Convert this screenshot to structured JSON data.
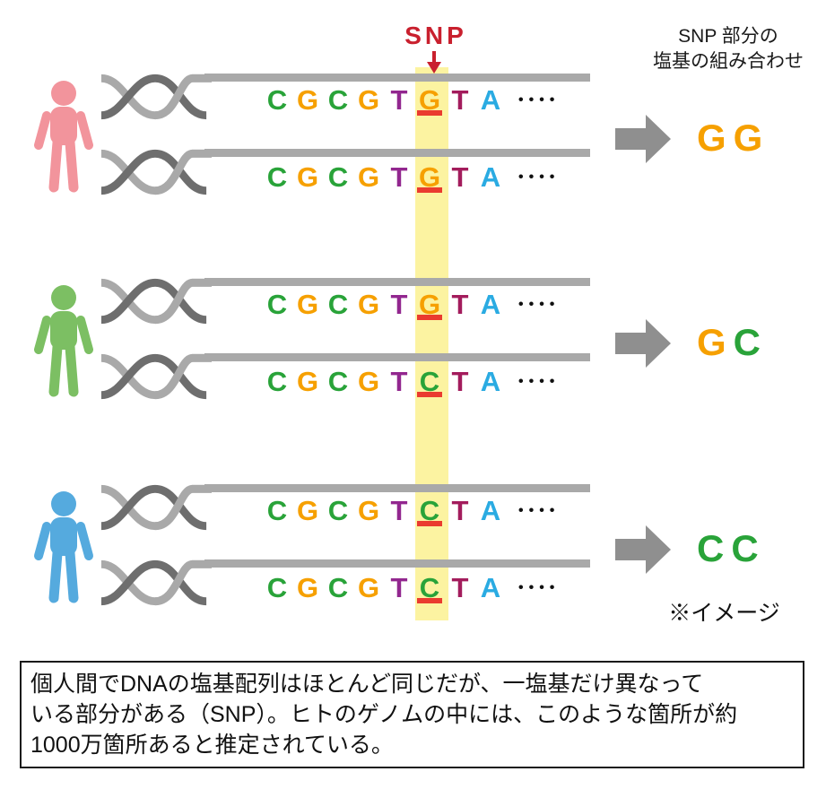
{
  "snp": {
    "label": "SNP"
  },
  "header": {
    "line1": "SNP 部分の",
    "line2": "塩基の組み合わせ"
  },
  "note": "※イメージ",
  "caption": {
    "lines": [
      "個人間でDNAの塩基配列はほとんど同じだが、一塩基だけ異なって",
      "いる部分がある（SNP）。ヒトのゲノムの中には、このような箇所が約",
      "1000万箇所あると推定されている。"
    ]
  },
  "sequence_dots": "••••",
  "palette": {
    "C": "#29a339",
    "G": "#f6a000",
    "T": "#92278f",
    "T2": "#a31c5c",
    "A": "#2aabe2",
    "underline": "#ea3b2f",
    "snp_red": "#c9202e",
    "strand_light": "#a9a9a9",
    "strand_dark": "#6e6e6e",
    "arrow_gray": "#8f8f8f",
    "highlight_yellow": "#fcf3a1"
  },
  "groups": [
    {
      "person": {
        "id": "pink",
        "color": "#f2949c"
      },
      "rows": [
        {
          "letters": [
            {
              "ch": "C",
              "color_key": "C"
            },
            {
              "ch": "G",
              "color_key": "G"
            },
            {
              "ch": "C",
              "color_key": "C"
            },
            {
              "ch": "G",
              "color_key": "G"
            },
            {
              "ch": "T",
              "color_key": "T"
            },
            {
              "ch": "G",
              "color_key": "G",
              "snp": true
            },
            {
              "ch": "T",
              "color_key": "T2"
            },
            {
              "ch": "A",
              "color_key": "A"
            }
          ]
        },
        {
          "letters": [
            {
              "ch": "C",
              "color_key": "C"
            },
            {
              "ch": "G",
              "color_key": "G"
            },
            {
              "ch": "C",
              "color_key": "C"
            },
            {
              "ch": "G",
              "color_key": "G"
            },
            {
              "ch": "T",
              "color_key": "T"
            },
            {
              "ch": "G",
              "color_key": "G",
              "snp": true
            },
            {
              "ch": "T",
              "color_key": "T2"
            },
            {
              "ch": "A",
              "color_key": "A"
            }
          ]
        }
      ],
      "genotype": [
        {
          "ch": "G",
          "color_key": "G"
        },
        {
          "ch": "G",
          "color_key": "G"
        }
      ]
    },
    {
      "person": {
        "id": "green",
        "color": "#7cbf63"
      },
      "rows": [
        {
          "letters": [
            {
              "ch": "C",
              "color_key": "C"
            },
            {
              "ch": "G",
              "color_key": "G"
            },
            {
              "ch": "C",
              "color_key": "C"
            },
            {
              "ch": "G",
              "color_key": "G"
            },
            {
              "ch": "T",
              "color_key": "T"
            },
            {
              "ch": "G",
              "color_key": "G",
              "snp": true
            },
            {
              "ch": "T",
              "color_key": "T2"
            },
            {
              "ch": "A",
              "color_key": "A"
            }
          ]
        },
        {
          "letters": [
            {
              "ch": "C",
              "color_key": "C"
            },
            {
              "ch": "G",
              "color_key": "G"
            },
            {
              "ch": "C",
              "color_key": "C"
            },
            {
              "ch": "G",
              "color_key": "G"
            },
            {
              "ch": "T",
              "color_key": "T"
            },
            {
              "ch": "C",
              "color_key": "C",
              "snp": true
            },
            {
              "ch": "T",
              "color_key": "T2"
            },
            {
              "ch": "A",
              "color_key": "A"
            }
          ]
        }
      ],
      "genotype": [
        {
          "ch": "G",
          "color_key": "G"
        },
        {
          "ch": "C",
          "color_key": "C"
        }
      ]
    },
    {
      "person": {
        "id": "blue",
        "color": "#55aade"
      },
      "rows": [
        {
          "letters": [
            {
              "ch": "C",
              "color_key": "C"
            },
            {
              "ch": "G",
              "color_key": "G"
            },
            {
              "ch": "C",
              "color_key": "C"
            },
            {
              "ch": "G",
              "color_key": "G"
            },
            {
              "ch": "T",
              "color_key": "T"
            },
            {
              "ch": "C",
              "color_key": "C",
              "snp": true
            },
            {
              "ch": "T",
              "color_key": "T2"
            },
            {
              "ch": "A",
              "color_key": "A"
            }
          ]
        },
        {
          "letters": [
            {
              "ch": "C",
              "color_key": "C"
            },
            {
              "ch": "G",
              "color_key": "G"
            },
            {
              "ch": "C",
              "color_key": "C"
            },
            {
              "ch": "G",
              "color_key": "G"
            },
            {
              "ch": "T",
              "color_key": "T"
            },
            {
              "ch": "C",
              "color_key": "C",
              "snp": true
            },
            {
              "ch": "T",
              "color_key": "T2"
            },
            {
              "ch": "A",
              "color_key": "A"
            }
          ]
        }
      ],
      "genotype": [
        {
          "ch": "C",
          "color_key": "C"
        },
        {
          "ch": "C",
          "color_key": "C"
        }
      ]
    }
  ]
}
